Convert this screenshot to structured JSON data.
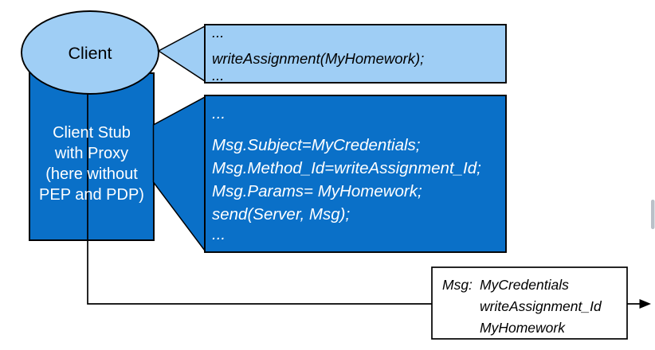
{
  "colors": {
    "light_blue": "#9FCEF5",
    "dark_blue": "#0A70C8",
    "outline": "#000000",
    "white_text": "#FFFFFF",
    "black_text": "#000000",
    "scrollbar_grey": "#B9C0C8"
  },
  "client": {
    "label": "Client"
  },
  "client_stub": {
    "lines": [
      "Client Stub",
      "with Proxy",
      "(here without",
      "PEP and PDP)"
    ]
  },
  "client_code": {
    "lines": [
      "...",
      "writeAssignment(MyHomework);",
      "..."
    ]
  },
  "stub_code": {
    "lines": [
      "...",
      "Msg.Subject=MyCredentials;",
      "Msg.Method_Id=writeAssignment_Id;",
      "Msg.Params= MyHomework;",
      "send(Server, Msg);",
      "..."
    ]
  },
  "message_box": {
    "label": "Msg:",
    "values": [
      "MyCredentials",
      "writeAssignment_Id",
      "MyHomework"
    ]
  }
}
